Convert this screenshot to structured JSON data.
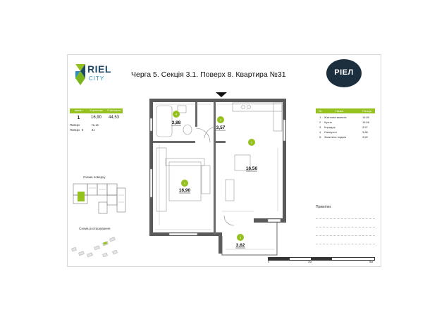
{
  "header": {
    "logo_riel": "RIEL",
    "logo_city": "CITY",
    "title": "Черга 5. Секція 3.1. Поверх 8. Квартира №31",
    "badge": "РІЕЛ"
  },
  "info": {
    "headers": [
      "кімнат",
      "S житлова",
      "S загальна"
    ],
    "values": [
      "1",
      "16,90",
      "44,53"
    ],
    "floor_label": "Поверх",
    "apt_label": "№ кв",
    "floor_value": "8",
    "apt_value": "31"
  },
  "captions": {
    "floor_scheme": "Схема поверху",
    "site_scheme": "Схема розташування"
  },
  "legend": {
    "headers": [
      "№",
      "Назва",
      "Площа"
    ],
    "rows": [
      {
        "num": "1",
        "name": "Житлова кімната",
        "area": "16,90"
      },
      {
        "num": "2",
        "name": "Кухня",
        "area": "16,56"
      },
      {
        "num": "3",
        "name": "Коридор",
        "area": "3,57"
      },
      {
        "num": "4",
        "name": "Санвузол",
        "area": "3,88"
      },
      {
        "num": "5",
        "name": "Засклена лоджія",
        "area": "3,62"
      }
    ]
  },
  "notes_label": "Примітки:",
  "scale": {
    "labels": [
      "0",
      "2м",
      "5м"
    ]
  },
  "rooms": [
    {
      "num": "1",
      "area": "16,90"
    },
    {
      "num": "2",
      "area": "16,56"
    },
    {
      "num": "3",
      "area": "3,57"
    },
    {
      "num": "4",
      "area": "3,88"
    },
    {
      "num": "5",
      "area": "3,62"
    }
  ],
  "colors": {
    "accent": "#95c11f",
    "navy": "#1b2f3f",
    "wall": "#555555"
  }
}
